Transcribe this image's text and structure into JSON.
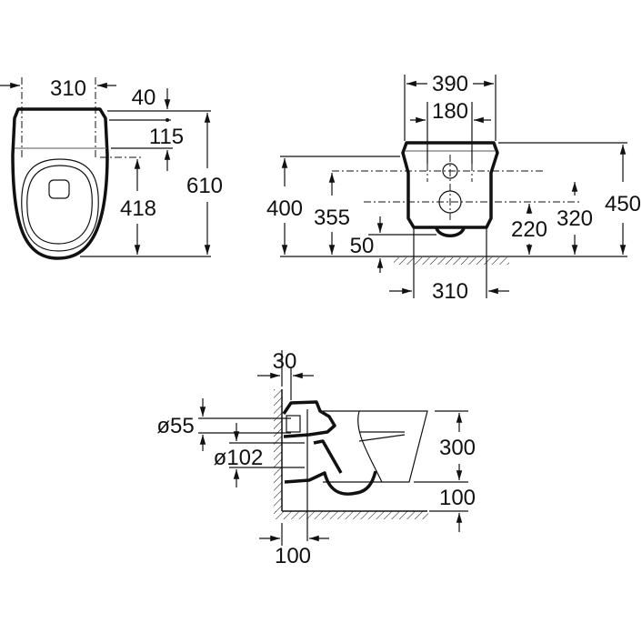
{
  "top_view": {
    "width": "310",
    "seat_offset": "40",
    "hinge_distance": "115",
    "length": "610",
    "hinge_to_front": "418"
  },
  "front_view": {
    "overall_width": "390",
    "fixing_spacing": "180",
    "height_400": "400",
    "height_355": "355",
    "total_height": "450",
    "height_320": "320",
    "height_220": "220",
    "outlet_offset": "50",
    "base_width": "310"
  },
  "side_view": {
    "wall_gap": "30",
    "inlet_diameter": "ø55",
    "outlet_diameter": "ø102",
    "bowl_height": "300",
    "floor_clearance": "100",
    "outlet_to_wall": "100"
  }
}
